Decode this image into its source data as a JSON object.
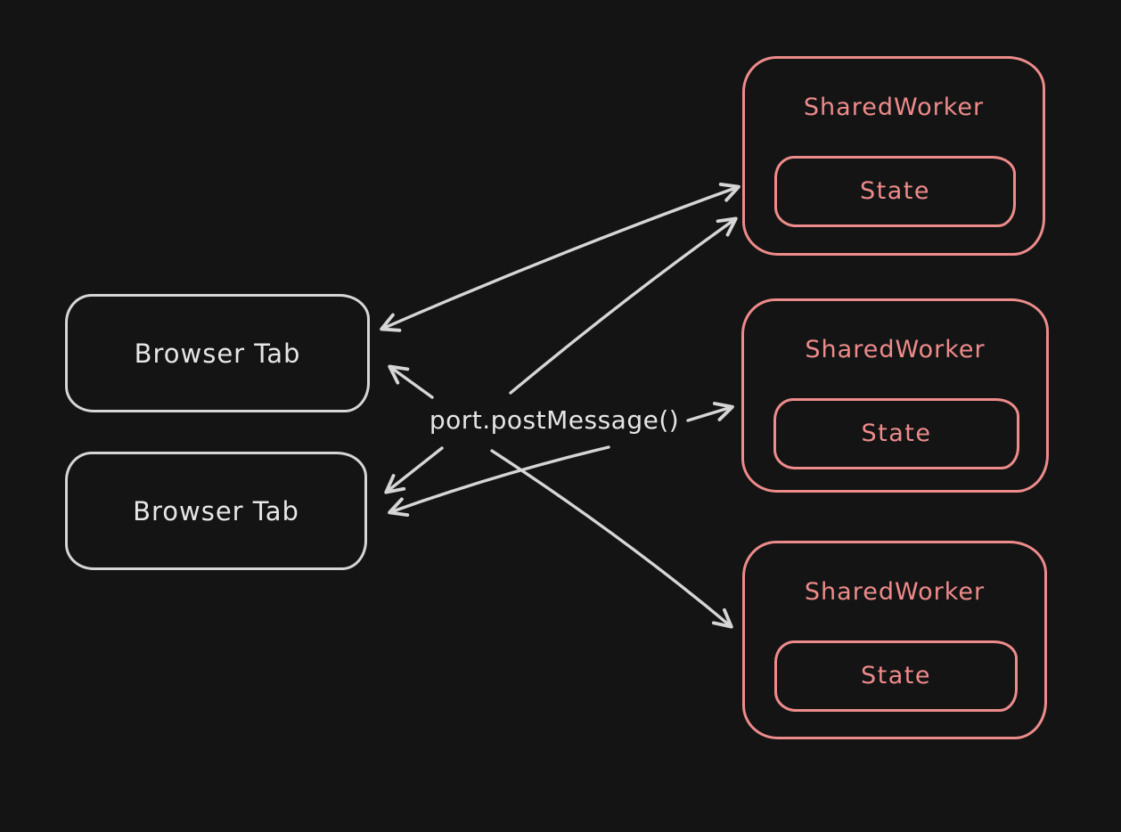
{
  "colors": {
    "background": "#141414",
    "stroke_light": "#d6d6d6",
    "stroke_accent": "#ee8b8b",
    "text_light": "#e6e6e6"
  },
  "center_label": "port.postMessage()",
  "browser_tabs": [
    {
      "label": "Browser Tab"
    },
    {
      "label": "Browser Tab"
    }
  ],
  "shared_workers": [
    {
      "label": "SharedWorker",
      "state": "State"
    },
    {
      "label": "SharedWorker",
      "state": "State"
    },
    {
      "label": "SharedWorker",
      "state": "State"
    }
  ]
}
